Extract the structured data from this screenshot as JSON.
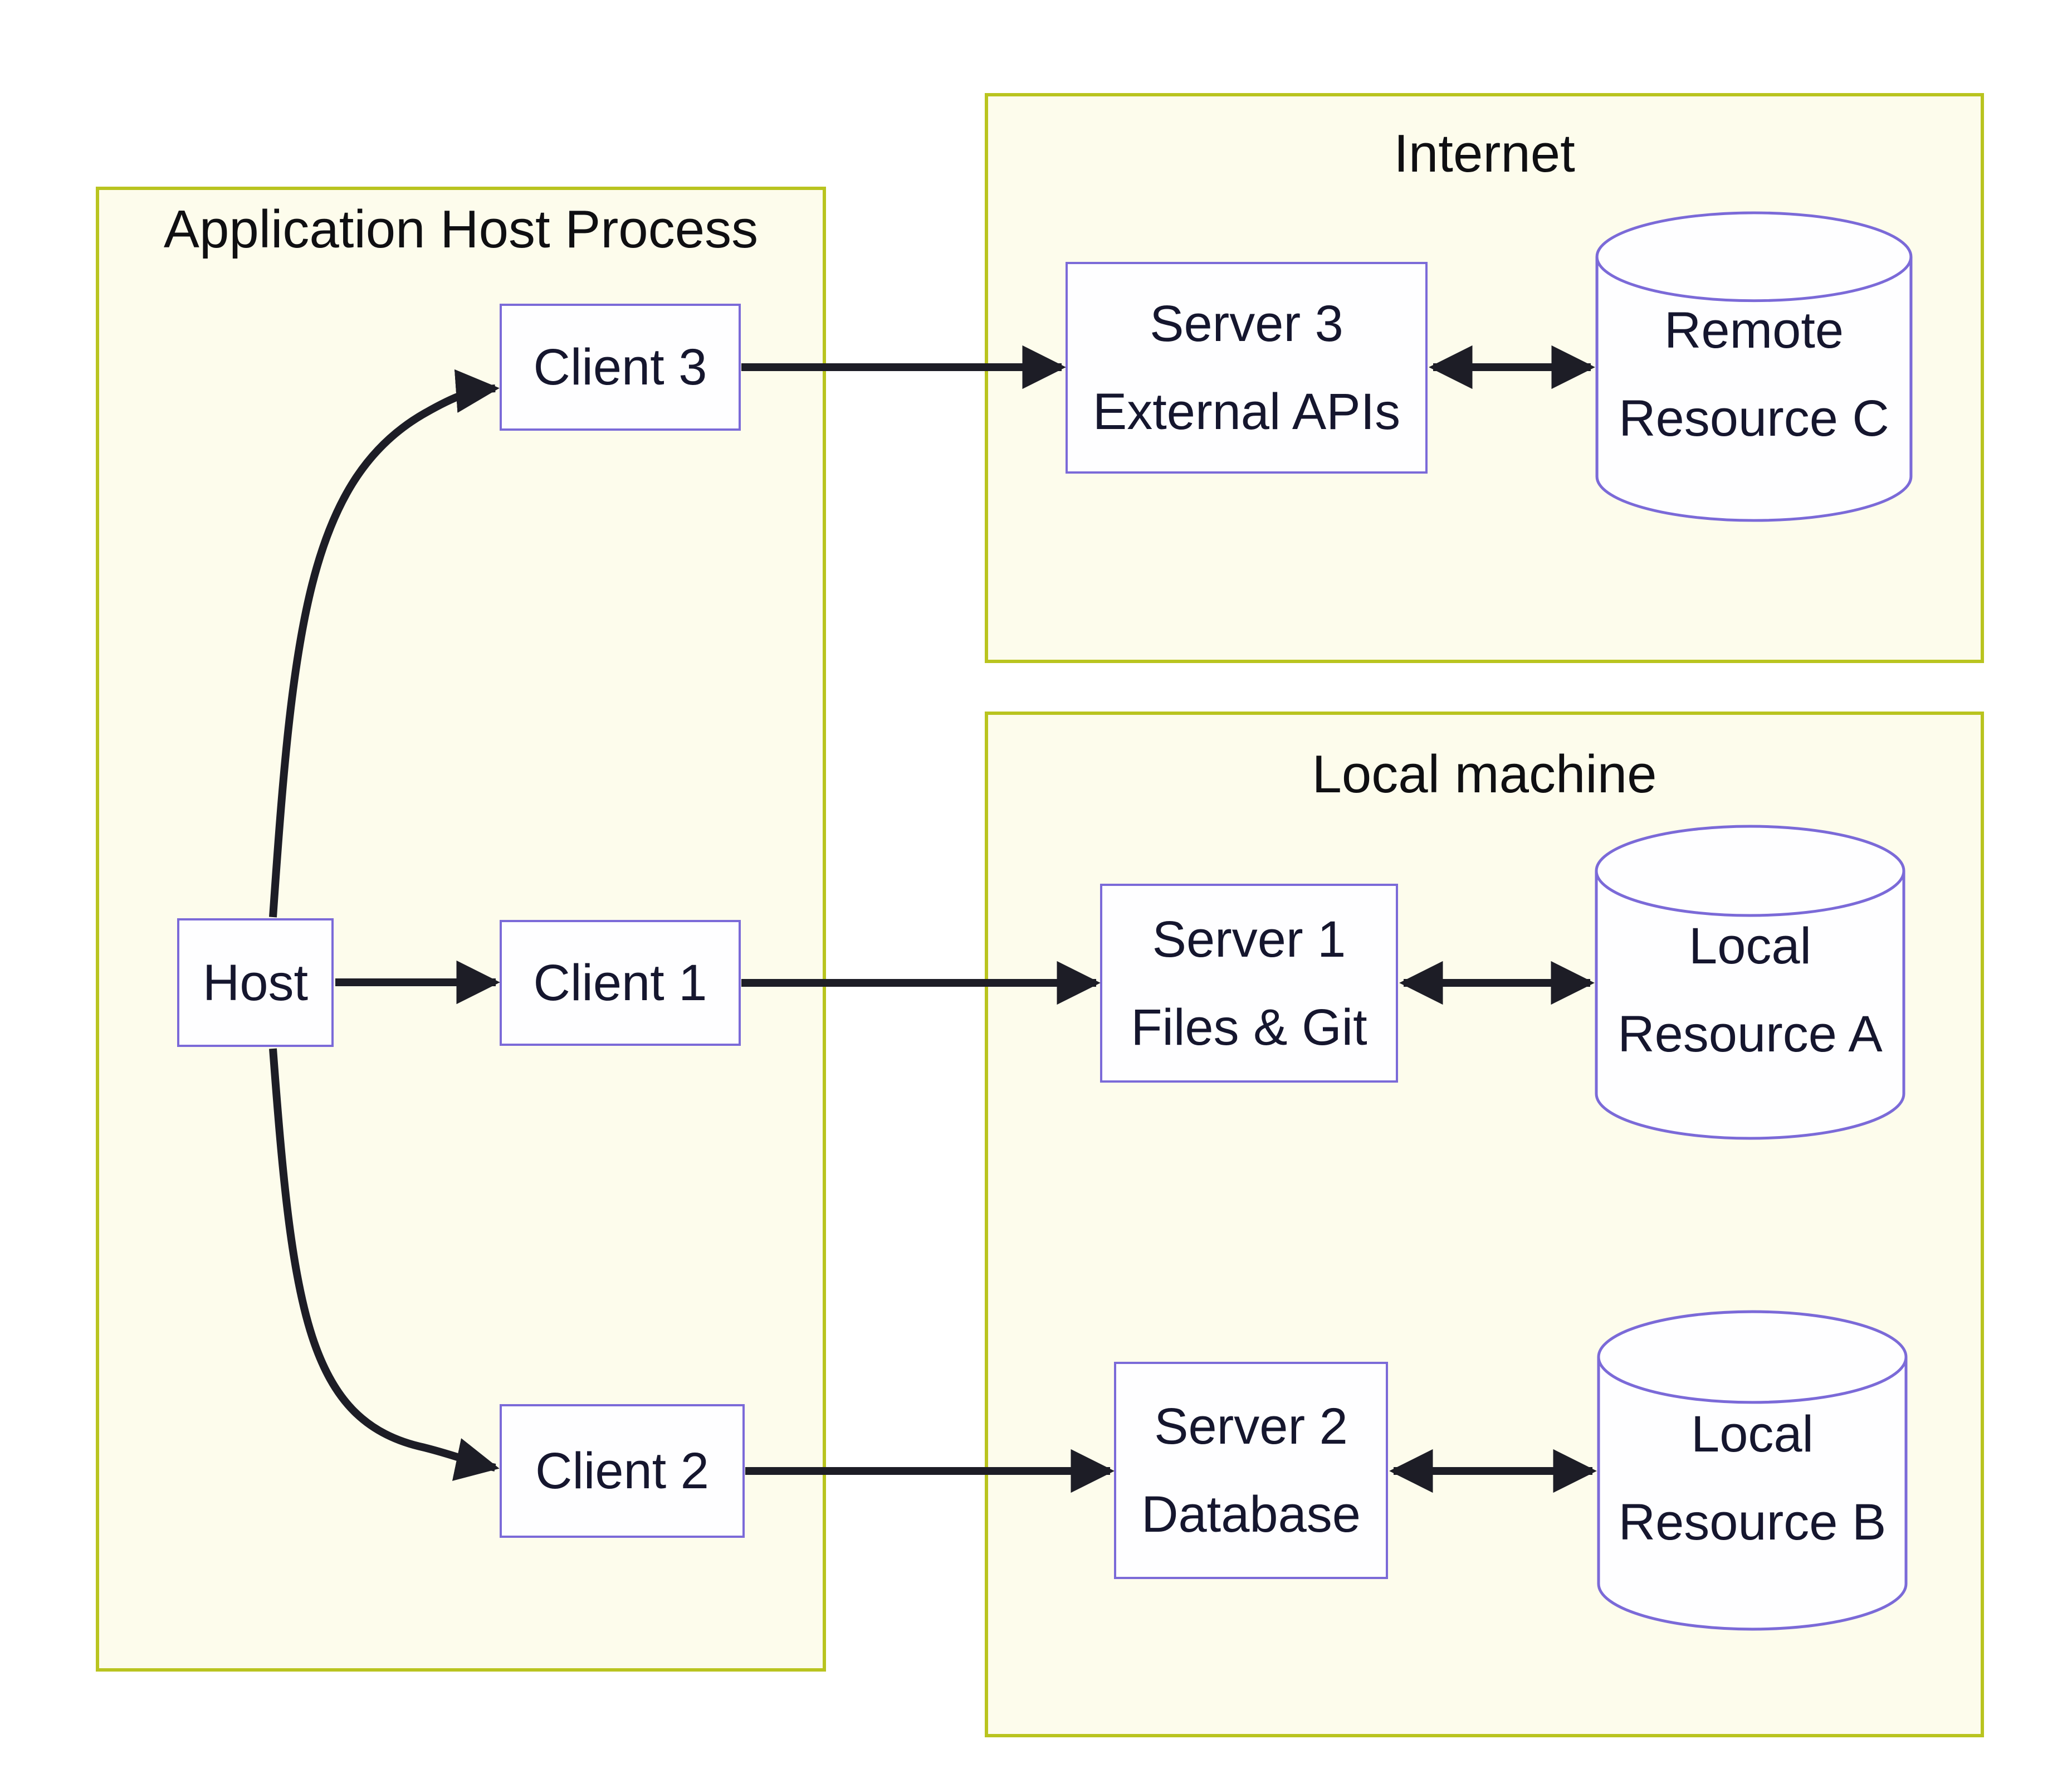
{
  "diagram": {
    "title": "MCP host-client-server architecture diagram",
    "colors": {
      "page_bg": "#ffffff",
      "container_fill": "#fdfcec",
      "container_border": "#b9c41f",
      "node_fill": "#fefeff",
      "node_border": "#7b6ad8",
      "node_text": "#15162e",
      "label_text": "#0f0f12",
      "edge_color": "#1d1d26"
    }
  },
  "containers": {
    "app_host": {
      "label": "Application Host Process"
    },
    "internet": {
      "label": "Internet"
    },
    "local_machine": {
      "label": "Local machine"
    }
  },
  "nodes": {
    "host": {
      "line1": "Host"
    },
    "client1": {
      "line1": "Client 1"
    },
    "client2": {
      "line1": "Client 2"
    },
    "client3": {
      "line1": "Client 3"
    },
    "server1": {
      "line1": "Server 1",
      "line2": "Files & Git"
    },
    "server2": {
      "line1": "Server 2",
      "line2": "Database"
    },
    "server3": {
      "line1": "Server 3",
      "line2": "External APIs"
    },
    "resourceA": {
      "line1": "Local",
      "line2": "Resource A"
    },
    "resourceB": {
      "line1": "Local",
      "line2": "Resource B"
    },
    "resourceC": {
      "line1": "Remote",
      "line2": "Resource C"
    }
  },
  "edges": [
    {
      "from": "Host",
      "to": "Client 1",
      "type": "arrow"
    },
    {
      "from": "Host",
      "to": "Client 2",
      "type": "arrow"
    },
    {
      "from": "Host",
      "to": "Client 3",
      "type": "arrow"
    },
    {
      "from": "Client 1",
      "to": "Server 1",
      "type": "arrow"
    },
    {
      "from": "Client 2",
      "to": "Server 2",
      "type": "arrow"
    },
    {
      "from": "Client 3",
      "to": "Server 3",
      "type": "arrow"
    },
    {
      "from": "Server 1",
      "to": "Local Resource A",
      "type": "bidirectional"
    },
    {
      "from": "Server 2",
      "to": "Local Resource B",
      "type": "bidirectional"
    },
    {
      "from": "Server 3",
      "to": "Remote Resource C",
      "type": "bidirectional"
    }
  ]
}
